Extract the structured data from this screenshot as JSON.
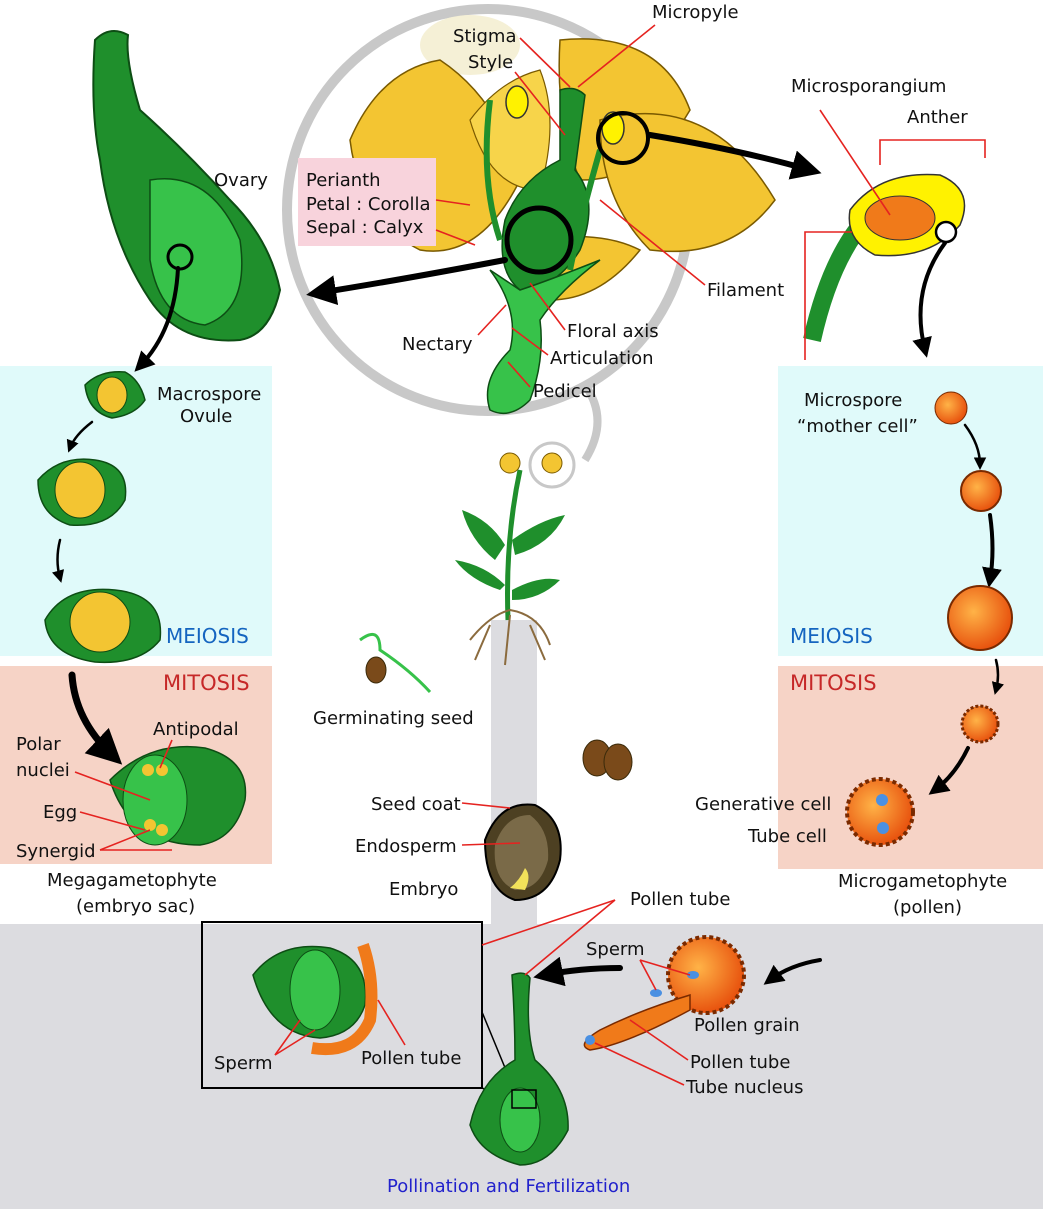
{
  "labels": {
    "micropyle": "Micropyle",
    "stigma": "Stigma",
    "style": "Style",
    "microsporangium": "Microsporangium",
    "anther": "Anther",
    "ovary": "Ovary",
    "perianth": "Perianth",
    "petal": "Petal : Corolla",
    "sepal": "Sepal : Calyx",
    "filament": "Filament",
    "floral_axis": "Floral axis",
    "nectary": "Nectary",
    "articulation": "Articulation",
    "pedicel": "Pedicel",
    "macrospore": "Macrospore",
    "ovule": "Ovule",
    "microspore": "Microspore",
    "mother_cell": "“mother cell”",
    "meiosis_left": "MEIOSIS",
    "meiosis_right": "MEIOSIS",
    "mitosis_left": "MITOSIS",
    "mitosis_right": "MITOSIS",
    "antipodal": "Antipodal",
    "polar": "Polar",
    "nuclei": "nuclei",
    "egg": "Egg",
    "synergid": "Synergid",
    "megagametophyte": "Megagametophyte",
    "embryo_sac": "(embryo sac)",
    "germinating_seed": "Germinating seed",
    "seed_coat": "Seed coat",
    "endosperm": "Endosperm",
    "embryo": "Embryo",
    "generative_cell": "Generative cell",
    "tube_cell": "Tube cell",
    "microgametophyte": "Microgametophyte",
    "pollen": "(pollen)",
    "pollen_tube_top": "Pollen tube",
    "sperm_right": "Sperm",
    "pollen_grain": "Pollen grain",
    "pollen_tube_right": "Pollen tube",
    "tube_nucleus": "Tube nucleus",
    "sperm_inset": "Sperm",
    "pollen_tube_inset": "Pollen tube",
    "pollination_title": "Pollination and Fertilization"
  },
  "colors": {
    "meiosis_band": "#e0fafa",
    "mitosis_band": "#f6d3c6",
    "bottom_band": "#dcdce0",
    "green_dark": "#1f8f2c",
    "green_light": "#37c24a",
    "petal": "#f3c532",
    "orange": "#f07a1a",
    "label_line": "#e52320"
  }
}
